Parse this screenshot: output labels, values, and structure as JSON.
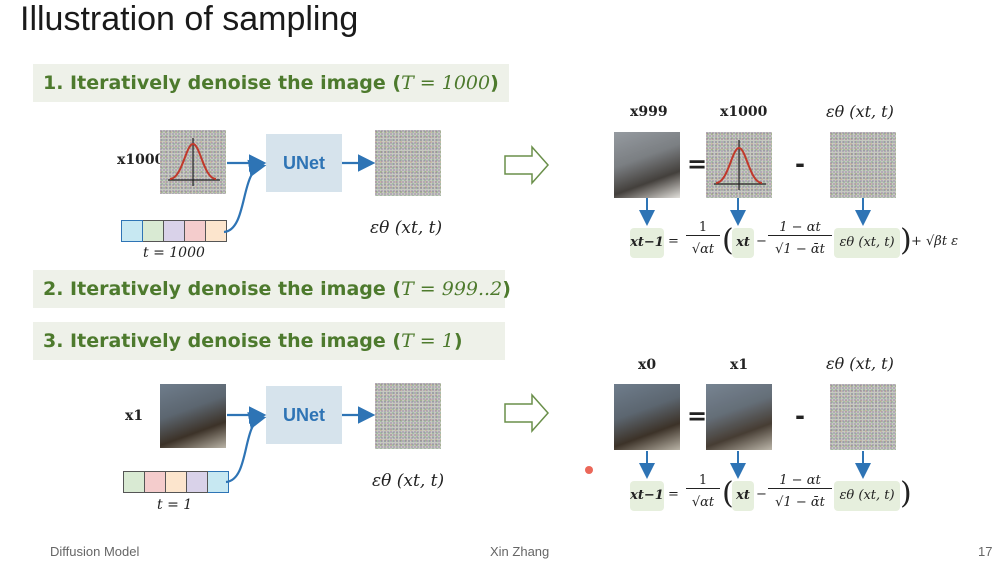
{
  "slide": {
    "title": "Illustration of sampling",
    "footer_left": "Diffusion Model",
    "footer_center": "Xin Zhang",
    "page_number": "17"
  },
  "steps": [
    {
      "text": "1. Iteratively denoise the image (",
      "math": "T = 1000",
      "close": ")"
    },
    {
      "text": "2. Iteratively denoise the image (",
      "math": "T = 999..2",
      "close": ")"
    },
    {
      "text": "3. Iteratively denoise the image (",
      "math": "T = 1",
      "close": ")"
    }
  ],
  "top": {
    "input_label": "x1000",
    "unet_label": "UNet",
    "t_label": "t = 1000",
    "eps_label": "εθ (xt, t)",
    "row_labels": [
      "x999",
      "x1000",
      "εθ (xt, t)"
    ],
    "equals": "=",
    "minus": "-"
  },
  "bottom": {
    "input_label": "x1",
    "unet_label": "UNet",
    "t_label": "t = 1",
    "eps_label": "εθ (xt, t)",
    "row_labels": [
      "x0",
      "x1",
      "εθ (xt, t)"
    ],
    "equals": "=",
    "minus": "-"
  },
  "formula": {
    "lhs": "xt−1",
    "equals": "=",
    "frac1_num": "1",
    "frac1_den": "√αt",
    "xt": "xt",
    "minus": "−",
    "frac2_num": "1 − αt",
    "frac2_den": "√1 − ᾱt",
    "eps": "εθ (xt, t)",
    "noise_term": "+ √βt ε"
  },
  "colors": {
    "step_green": "#4d7a2d",
    "step_bg": "#eef1e9",
    "unet_bg": "#d6e3ec",
    "unet_text": "#2e74b5",
    "arrow_blue": "#2e74b5",
    "gaussian_red": "#c0392b",
    "t_cells": [
      "#c7e8f2",
      "#d9ead3",
      "#d9d2e9",
      "#f4cccc",
      "#fce5cd"
    ]
  }
}
